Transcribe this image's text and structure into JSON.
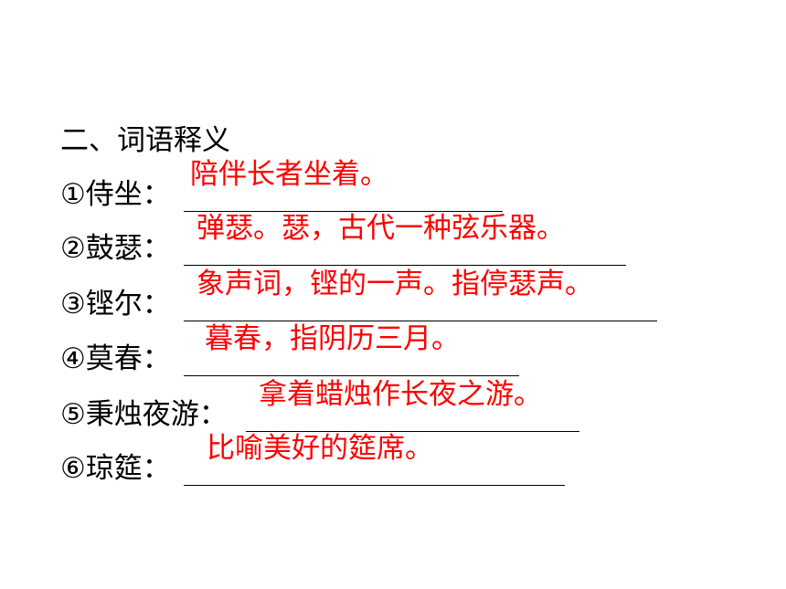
{
  "heading": "二、词语释义",
  "items": [
    {
      "label": "①侍坐：",
      "answer": "陪伴长者坐着。"
    },
    {
      "label": "②鼓瑟：",
      "answer": "弹瑟。瑟，古代一种弦乐器。"
    },
    {
      "label": "③铿尔：",
      "answer": "象声词，铿的一声。指停瑟声。"
    },
    {
      "label": "④莫春：",
      "answer": "暮春，指阴历三月。"
    },
    {
      "label": "⑤秉烛夜游：",
      "answer": "拿着蜡烛作长夜之游。"
    },
    {
      "label": "⑥琼筵：",
      "answer": "比喻美好的筵席。"
    }
  ]
}
